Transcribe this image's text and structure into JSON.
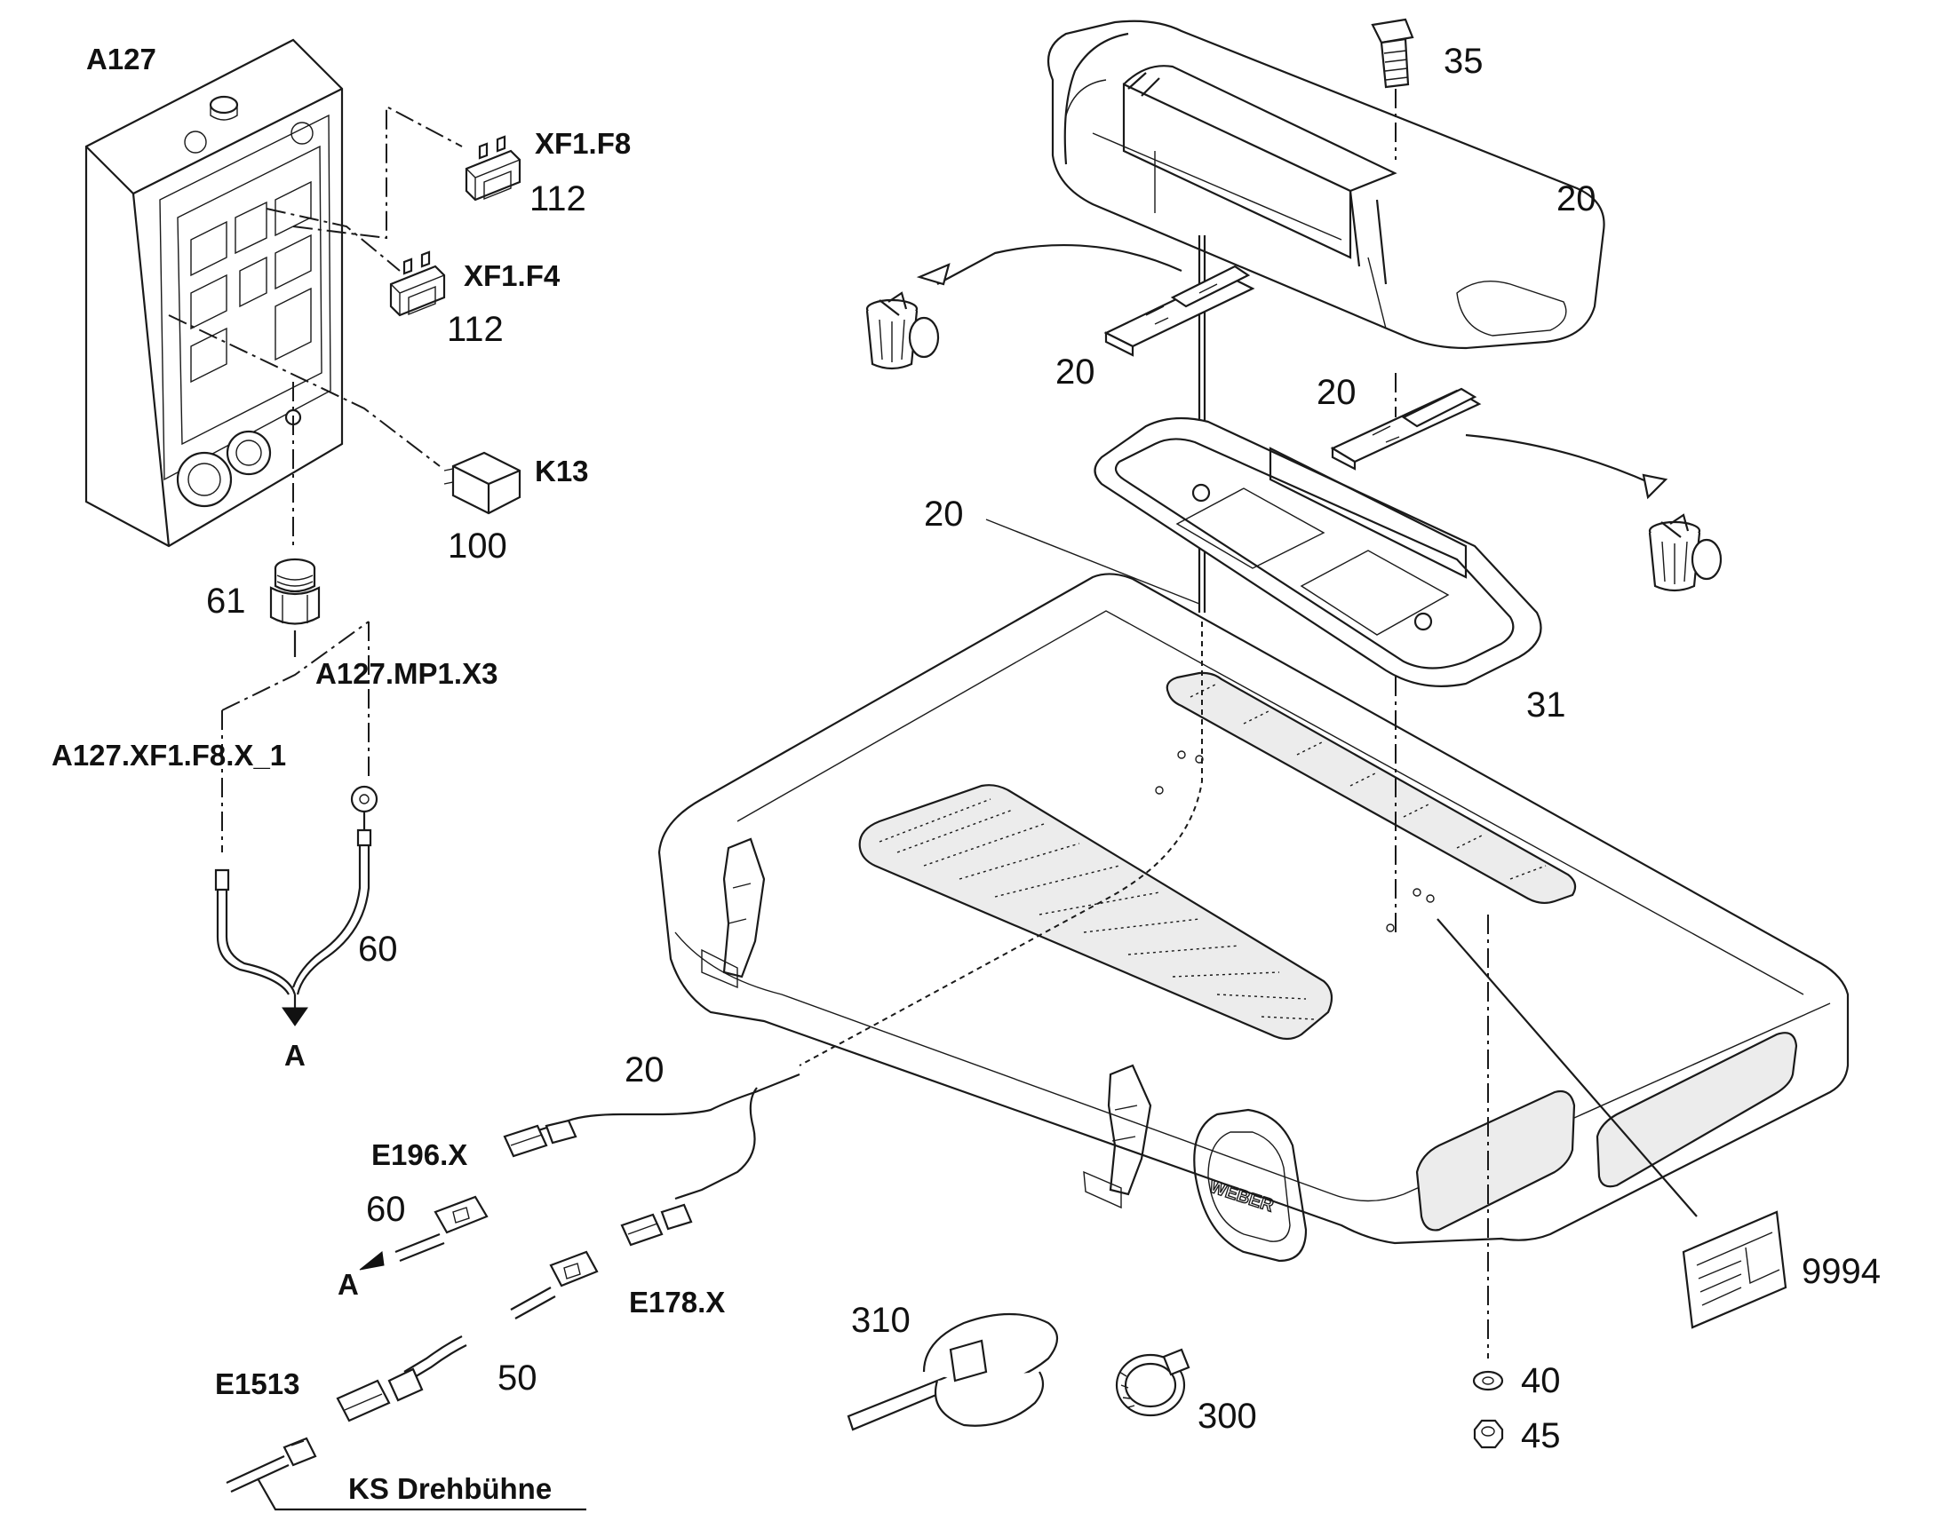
{
  "diagram": {
    "part_labels": {
      "p35": "35",
      "p20_lightbar": "20",
      "p20_bracket_left": "20",
      "p20_bracket_right": "20",
      "p20_rod": "20",
      "p31": "31",
      "p112_a": "112",
      "p112_b": "112",
      "p100": "100",
      "p61": "61",
      "p60_upper": "60",
      "p20_harness": "20",
      "p60_lower": "60",
      "p50": "50",
      "p310": "310",
      "p300": "300",
      "p9994": "9994",
      "p40": "40",
      "p45": "45"
    },
    "ref_labels": {
      "a127": "A127",
      "xf1_f8": "XF1.F8",
      "xf1_f4": "XF1.F4",
      "k13": "K13",
      "a127_mp1_x3": "A127.MP1.X3",
      "a127_xf1_f8_x1": "A127.XF1.F8.X_1",
      "arrow_a_upper": "A",
      "e196x": "E196.X",
      "arrow_a_lower": "A",
      "e178x": "E178.X",
      "e1513": "E1513",
      "ks_drehbuehne": "KS Drehbühne"
    },
    "cab_brand_text": "WEBER"
  }
}
